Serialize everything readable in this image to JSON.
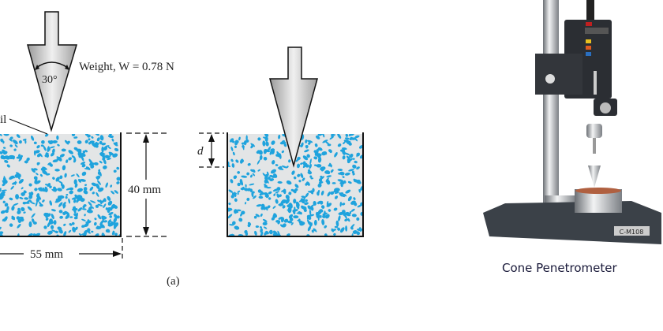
{
  "diagram": {
    "weight_label": "Weight, W = 0.78 N",
    "angle_label": "30°",
    "soil_label": "il",
    "depth_label": "40 mm",
    "width_label": "55 mm",
    "penetration_label": "d",
    "figure_label": "(a)"
  },
  "photo": {
    "caption": "Cone Penetrometer",
    "base_plate_text": "C-M108"
  },
  "colors": {
    "soil_background": "#e3e5e6",
    "soil_speckle": "#1fa3dd",
    "cone_fill": "#c8c8c8",
    "instrument_body": "#2b2e33"
  }
}
